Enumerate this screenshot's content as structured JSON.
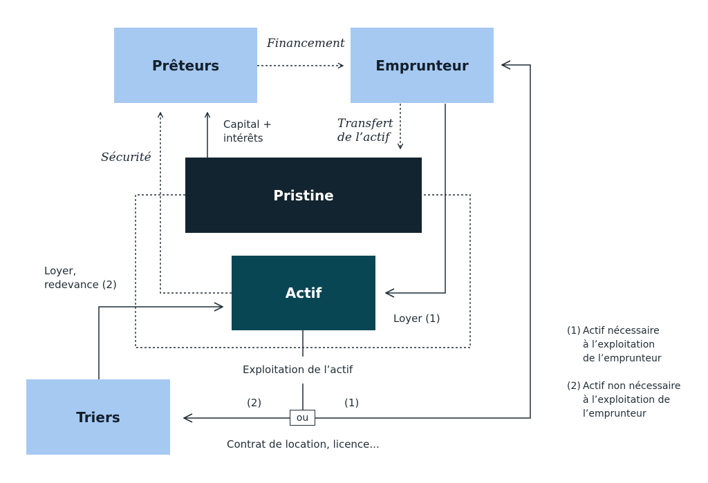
{
  "nodes": {
    "preteurs": "Prêteurs",
    "emprunteur": "Emprunteur",
    "pristine": "Pristine",
    "actif": "Actif",
    "triers": "Triers"
  },
  "edge_labels": {
    "financement": "Financement",
    "capital_line1": "Capital +",
    "capital_line2": "intérêts",
    "transfert_line1": "Transfert",
    "transfert_line2": "de l’actif",
    "securite": "Sécurité",
    "loyer_redevance_line1": "Loyer,",
    "loyer_redevance_line2": "redevance (2)",
    "loyer_1": "Loyer (1)",
    "exploitation": "Exploitation de l’actif",
    "marker_2": "(2)",
    "marker_1": "(1)",
    "ou": "ou",
    "contrat": "Contrat de location, licence..."
  },
  "notes": [
    {
      "num": "(1)",
      "lines": [
        "Actif nécessaire",
        "à l’exploitation",
        "de l’emprunteur"
      ]
    },
    {
      "num": "(2)",
      "lines": [
        "Actif non nécessaire",
        "à l’exploitation de",
        "l’emprunteur"
      ]
    }
  ],
  "colors": {
    "light_box": "#a6c9f2",
    "navy_box": "#12242f",
    "teal_box": "#084654",
    "line": "#1f2c36"
  }
}
